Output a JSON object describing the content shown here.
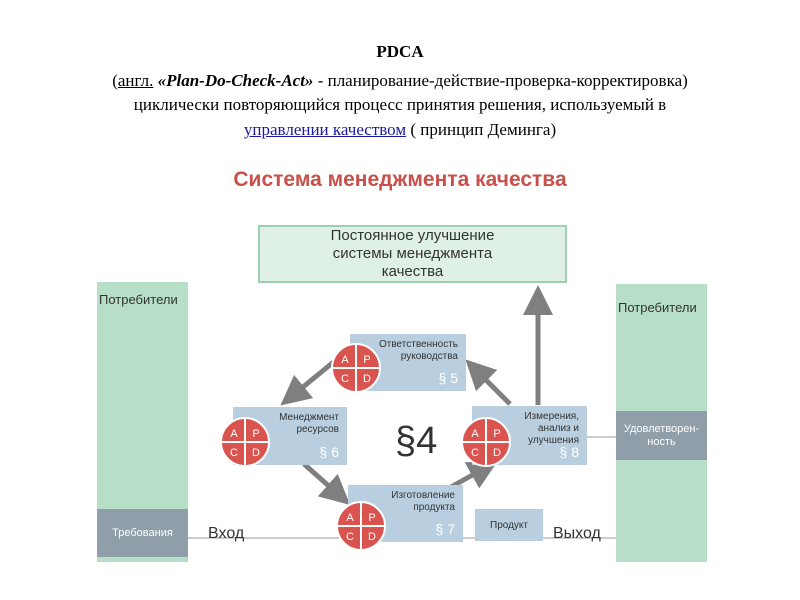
{
  "header": {
    "title": "PDCA",
    "line1_prefix": "(",
    "line1_abbr": "англ.",
    "line1_term": "«Plan-Do-Check-Act»",
    "line1_rest": " - планирование-действие-проверка-корректировка)",
    "line2": "циклически повторяющийся процесс принятия решения, используемый в",
    "line3_link": "управлении качеством",
    "line3_rest": " ( принцип Деминга)"
  },
  "diagram": {
    "title": "Система менеджмента качества",
    "improvement": "Постоянное улучшение системы менеджмента качества",
    "left_column": {
      "label": "Потребители",
      "requirement": "Требования"
    },
    "right_column": {
      "label": "Потребители",
      "satisfaction": "Удовлетворен-ность"
    },
    "center": "§4",
    "input": "Вход",
    "output": "Выход",
    "product": "Продукт",
    "processes": [
      {
        "name": "Ответственность руководства",
        "section": "§ 5"
      },
      {
        "name": "Менеджмент ресурсов",
        "section": "§ 6"
      },
      {
        "name": "Изготовление продукта",
        "section": "§ 7"
      },
      {
        "name": "Измерения, анализ и улучшения",
        "section": "§ 8"
      }
    ],
    "pdca": {
      "a": "A",
      "p": "P",
      "c": "C",
      "d": "D"
    },
    "colors": {
      "accent_red": "#c9504a",
      "pdca_red": "#d9534f",
      "arrow_grey": "#7f7f7f"
    }
  }
}
